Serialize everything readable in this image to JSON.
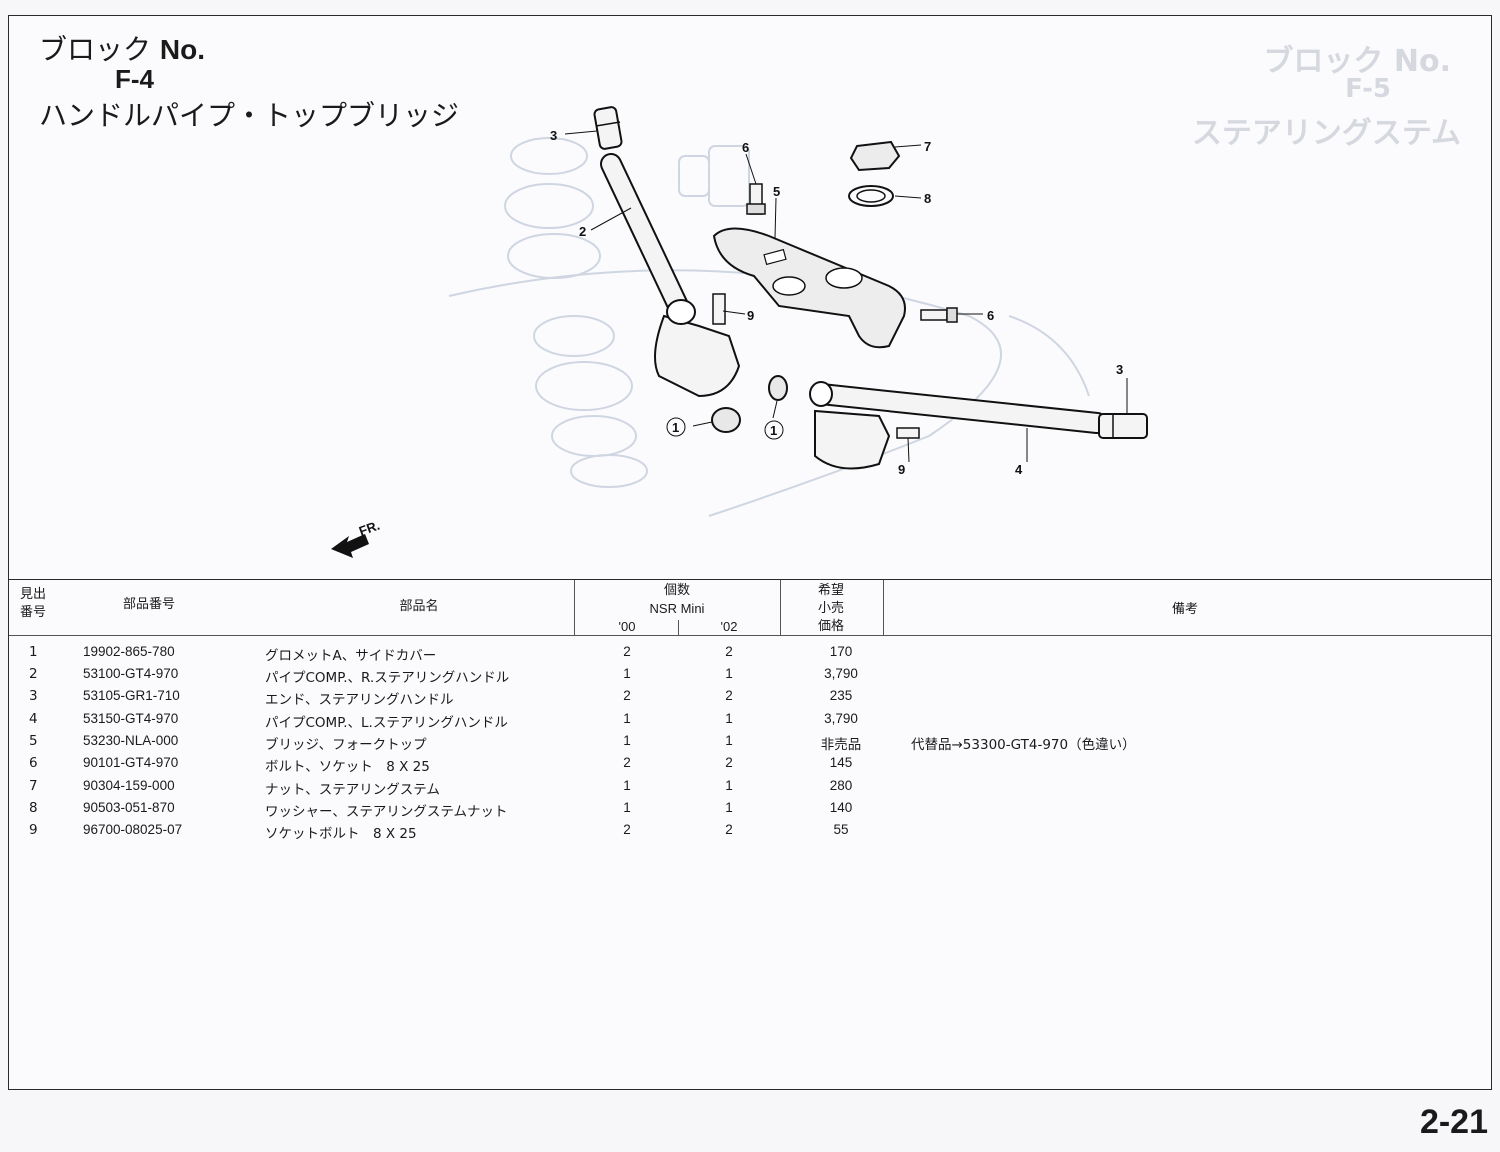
{
  "header": {
    "block_label": "ブロック",
    "block_no": "No.",
    "block_code": "F-4",
    "block_name": "ハンドルパイプ・トップブリッジ"
  },
  "bleed_through": {
    "line1": "ブロック No.",
    "line2": "F-5",
    "line3": "ステアリングステム"
  },
  "diagram": {
    "callouts": [
      "3",
      "2",
      "6",
      "5",
      "7",
      "8",
      "9",
      "6",
      "3",
      "1",
      "1",
      "9",
      "4"
    ],
    "front_marker": "FR."
  },
  "table": {
    "headers": {
      "ref_no": "見出\n番号",
      "part_no": "部品番号",
      "part_name": "部品名",
      "qty": "個数",
      "model": "NSR Mini",
      "year_00": "'00",
      "year_02": "'02",
      "price": "希望\n小売\n価格",
      "remarks": "備考"
    },
    "rows": [
      {
        "no": "1",
        "part": "19902-865-780",
        "name": "グロメットA、サイドカバー",
        "q00": "2",
        "q02": "2",
        "price": "170",
        "remark": ""
      },
      {
        "no": "2",
        "part": "53100-GT4-970",
        "name": "パイプCOMP.、R.ステアリングハンドル",
        "q00": "1",
        "q02": "1",
        "price": "3,790",
        "remark": ""
      },
      {
        "no": "3",
        "part": "53105-GR1-710",
        "name": "エンド、ステアリングハンドル",
        "q00": "2",
        "q02": "2",
        "price": "235",
        "remark": ""
      },
      {
        "no": "4",
        "part": "53150-GT4-970",
        "name": "パイプCOMP.、L.ステアリングハンドル",
        "q00": "1",
        "q02": "1",
        "price": "3,790",
        "remark": ""
      },
      {
        "no": "5",
        "part": "53230-NLA-000",
        "name": "ブリッジ、フォークトップ",
        "q00": "1",
        "q02": "1",
        "price": "非売品",
        "remark": "代替品→53300-GT4-970（色違い）"
      },
      {
        "no": "6",
        "part": "90101-GT4-970",
        "name": "ボルト、ソケット　8 X 25",
        "q00": "2",
        "q02": "2",
        "price": "145",
        "remark": ""
      },
      {
        "no": "7",
        "part": "90304-159-000",
        "name": "ナット、ステアリングステム",
        "q00": "1",
        "q02": "1",
        "price": "280",
        "remark": ""
      },
      {
        "no": "8",
        "part": "90503-051-870",
        "name": "ワッシャー、ステアリングステムナット",
        "q00": "1",
        "q02": "1",
        "price": "140",
        "remark": ""
      },
      {
        "no": "9",
        "part": "96700-08025-07",
        "name": "ソケットボルト　8 X 25",
        "q00": "2",
        "q02": "2",
        "price": "55",
        "remark": ""
      }
    ]
  },
  "page_number": "2-21"
}
